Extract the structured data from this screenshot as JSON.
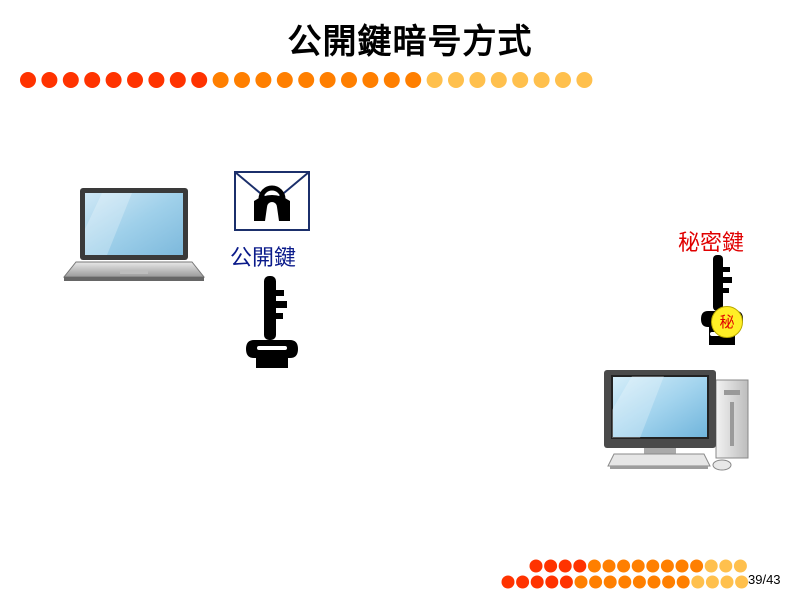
{
  "slide": {
    "title": "公開鍵暗号方式",
    "page_number": "39/43"
  },
  "public_key": {
    "label": "公開鍵",
    "label_color": "#0a1a8a"
  },
  "secret_key": {
    "label": "秘密鍵",
    "badge_text": "秘",
    "label_color": "#e00000",
    "badge_color": "#ffef26"
  },
  "decor": {
    "dot_colors": [
      "#ff3300",
      "#ff7f00",
      "#ffc04d"
    ]
  },
  "icons": {
    "laptop": "laptop-icon",
    "envelope": "locked-envelope-icon",
    "public_key": "key-icon",
    "secret_key": "key-icon",
    "desktop": "desktop-computer-icon"
  }
}
